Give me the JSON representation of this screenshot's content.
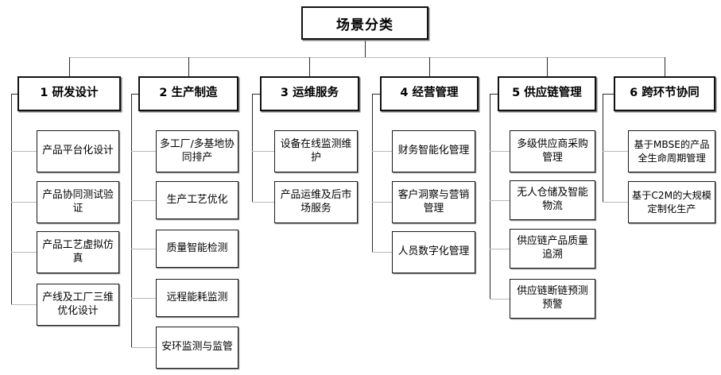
{
  "diagram": {
    "type": "tree",
    "root": {
      "label": "场景分类"
    },
    "columns": [
      {
        "header": "1 研发设计",
        "items": [
          "产品平台化设计",
          "产品协同测试验证",
          "产品工艺虚拟仿真",
          "产线及工厂三维优化设计"
        ]
      },
      {
        "header": "2 生产制造",
        "items": [
          "多工厂/多基地协同排产",
          "生产工艺优化",
          "质量智能检测",
          "远程能耗监测",
          "安环监测与监管"
        ]
      },
      {
        "header": "3 运维服务",
        "items": [
          "设备在线监测维护",
          "产品运维及后市场服务"
        ]
      },
      {
        "header": "4 经营管理",
        "items": [
          "财务智能化管理",
          "客户洞察与营销管理",
          "人员数字化管理"
        ]
      },
      {
        "header": "5 供应链管理",
        "items": [
          "多级供应商采购管理",
          "无人仓储及智能物流",
          "供应链产品质量追溯",
          "供应链断链预测预警"
        ]
      },
      {
        "header": "6 跨环节协同",
        "items": [
          "基于MBSE的产品全生命周期管理",
          "基于C2M的大规模定制化生产"
        ]
      }
    ]
  },
  "colors": {
    "box_border": "#111111",
    "line": "#3a3a3a",
    "line_light": "#b9b9b9",
    "background": "#ffffff",
    "text": "#000000"
  }
}
